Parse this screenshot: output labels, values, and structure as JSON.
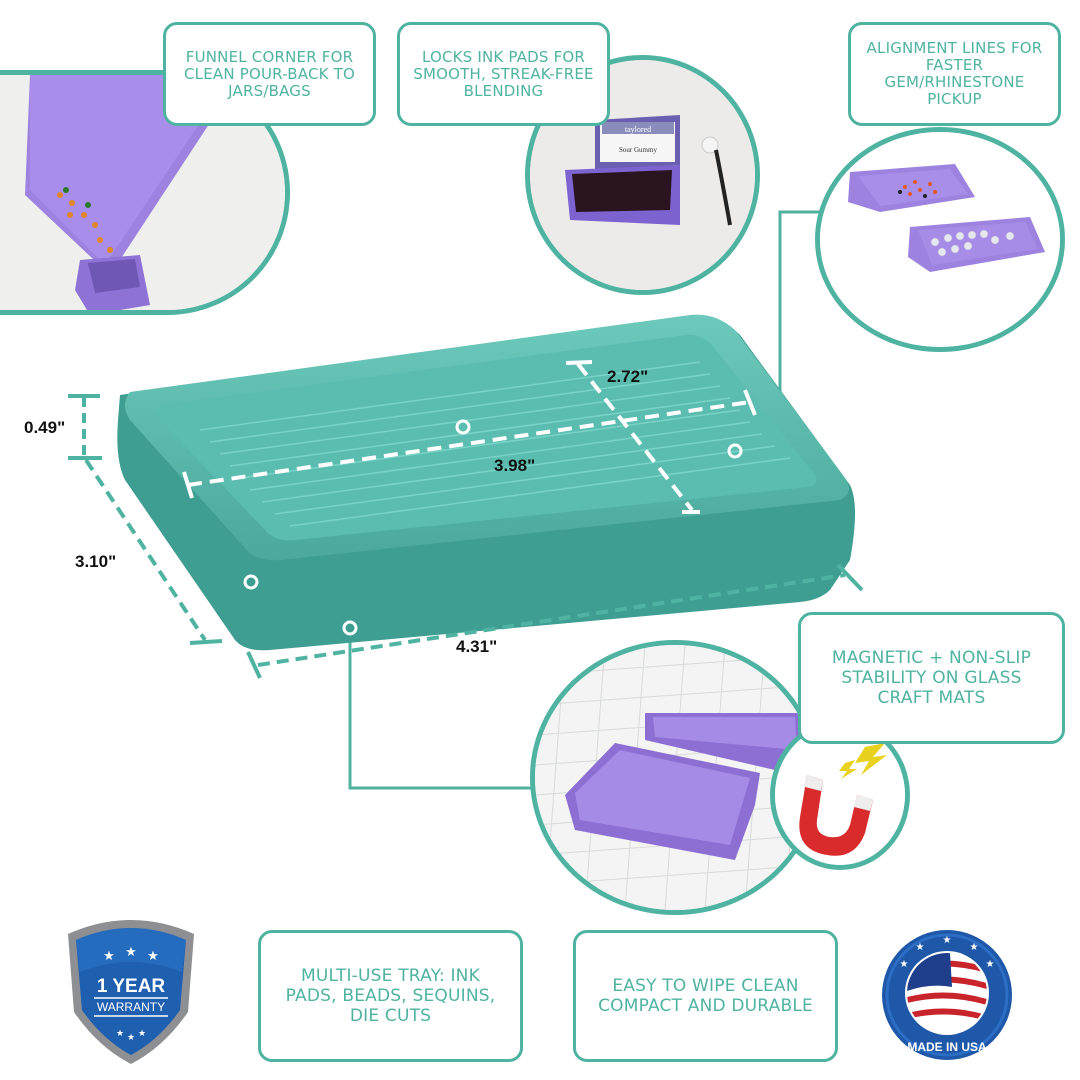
{
  "colors": {
    "accent": "#4fb3a2",
    "tray": "#5ec2b4",
    "tray_dark": "#3f9e92",
    "purple": "#9d82e0",
    "shield_blue": "#1e5fb0",
    "magnet_red": "#d92b2b",
    "bolt_yellow": "#e8d21f"
  },
  "callouts": {
    "funnel_corner": "FUNNEL CORNER FOR CLEAN POUR-BACK TO JARS/BAGS",
    "locks_ink_pads": "LOCKS INK PADS FOR SMOOTH, STREAK-FREE BLENDING",
    "alignment_lines": "ALIGNMENT LINES FOR FASTER GEM/RHINESTONE PICKUP",
    "magnetic": "MAGNETIC + NON-SLIP STABILITY ON GLASS CRAFT MATS",
    "multi_use": "MULTI-USE TRAY: INK PADS, BEADS, SEQUINS, DIE CUTS",
    "easy_clean": "EASY TO WIPE CLEAN COMPACT AND DURABLE"
  },
  "dimensions": {
    "height": "0.49\"",
    "depth": "3.10\"",
    "inner_depth": "2.72\"",
    "inner_width": "3.98\"",
    "outer_width": "4.31\""
  },
  "ink_pad": {
    "brand": "taylored",
    "color_name": "Sour Gummy"
  },
  "badges": {
    "warranty_line1": "1 YEAR",
    "warranty_line2": "WARRANTY",
    "made_in": "MADE IN USA"
  }
}
